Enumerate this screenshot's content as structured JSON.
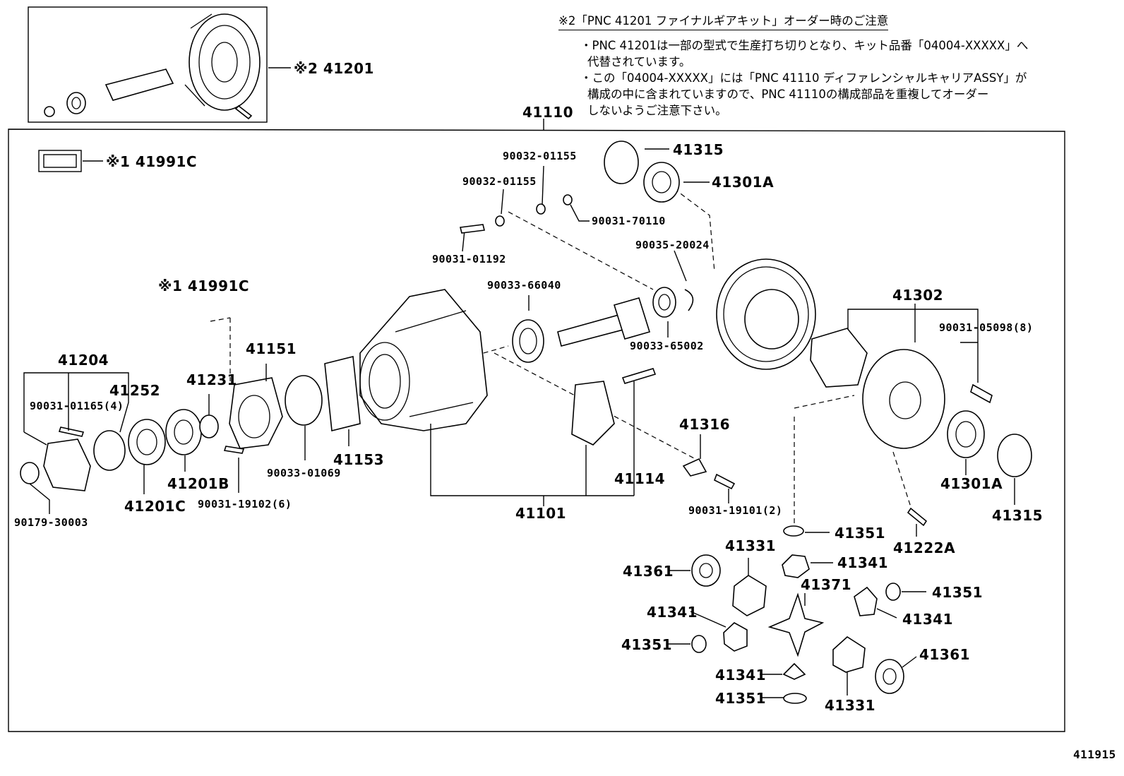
{
  "note": {
    "title": "※2「PNC 41201 ファイナルギアキット」オーダー時のご注意",
    "lines": [
      "・PNC 41201は一部の型式で生産打ち切りとなり、キット品番「04004-XXXXX」へ",
      "代替されています。",
      "・この「04004-XXXXX」には「PNC 41110 ディファレンシャルキャリアASSY」が",
      "構成の中に含まれていますので、PNC 41110の構成部品を重複してオーダー",
      "しないようご注意下さい。"
    ]
  },
  "labels": {
    "l41201_kit": "※2 41201",
    "l41110": "41110",
    "l41991c_a": "※1 41991C",
    "l41991c_b": "※1 41991C",
    "l90032_a": "90032-01155",
    "l90032_b": "90032-01155",
    "l90031_70110": "90031-70110",
    "l90031_01192": "90031-01192",
    "l41315_a": "41315",
    "l41301a_a": "41301A",
    "l90035_20024": "90035-20024",
    "l90033_66040": "90033-66040",
    "l90033_65002": "90033-65002",
    "l41302": "41302",
    "l90031_05098": "90031-05098(8)",
    "l41204": "41204",
    "l41252": "41252",
    "l90031_01165": "90031-01165(4)",
    "l41231": "41231",
    "l41151": "41151",
    "l41153": "41153",
    "l90033_01069": "90033-01069",
    "l41201b": "41201B",
    "l41201c": "41201C",
    "l90031_19102": "90031-19102(6)",
    "l90179_30003": "90179-30003",
    "l41316": "41316",
    "l41114": "41114",
    "l90031_19101": "90031-19101(2)",
    "l41101": "41101",
    "l41301a_b": "41301A",
    "l41315_b": "41315",
    "l41222a": "41222A",
    "l41351_a": "41351",
    "l41331_a": "41331",
    "l41341_a": "41341",
    "l41361_a": "41361",
    "l41371": "41371",
    "l41351_b": "41351",
    "l41341_b": "41341",
    "l41341_c": "41341",
    "l41351_c": "41351",
    "l41361_b": "41361",
    "l41341_d": "41341",
    "l41351_d": "41351",
    "l41331_b": "41331"
  },
  "footer_code": "411915"
}
